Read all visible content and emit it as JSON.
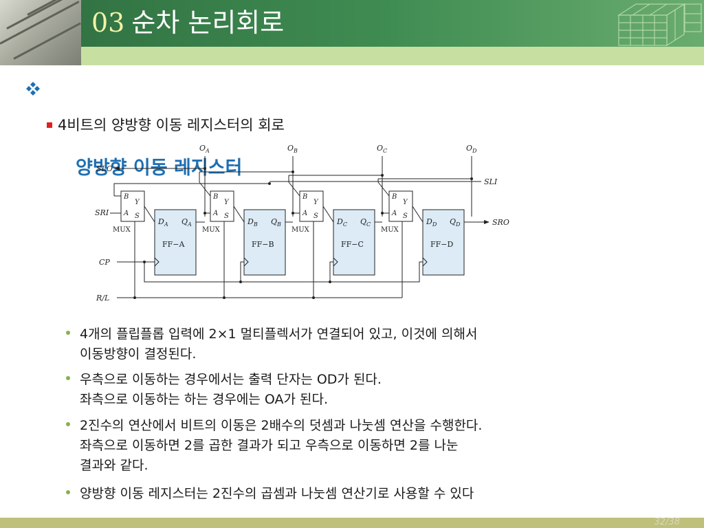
{
  "header": {
    "number": "03",
    "title": "순차 논리회로"
  },
  "section": {
    "title": "양방향 이동 레지스터"
  },
  "subsection": {
    "title": "4비트의 양방향 이동 레지스터의 회로"
  },
  "circuit": {
    "outputs": [
      "O",
      "O",
      "O",
      "O"
    ],
    "output_subs": [
      "A",
      "B",
      "C",
      "D"
    ],
    "left_signals": [
      "SLO",
      "SRI",
      "CP",
      "R/L"
    ],
    "right_signals": [
      "SLI",
      "SRO"
    ],
    "mux_label": "MUX",
    "mux_pins": [
      "B",
      "Y",
      "A",
      "S"
    ],
    "flipflops": [
      {
        "label": "FF−A",
        "d": "D",
        "q": "Q",
        "sub": "A"
      },
      {
        "label": "FF−B",
        "d": "D",
        "q": "Q",
        "sub": "B"
      },
      {
        "label": "FF−C",
        "d": "D",
        "q": "Q",
        "sub": "C"
      },
      {
        "label": "FF−D",
        "d": "D",
        "q": "Q",
        "sub": "D"
      }
    ]
  },
  "bullets": [
    "4개의 플립플롭 입력에 2×1 멀티플렉서가 연결되어 있고, 이것에 의해서\n이동방향이 결정된다.",
    "우측으로 이동하는 경우에서는 출력 단자는 OD가 된다.\n좌측으로 이동하는 하는 경우에는 OA가 된다.",
    "2진수의 연산에서 비트의 이동은 2배수의 덧셈과 나눗셈 연산을 수행한다.\n좌측으로 이동하면 2를 곱한 결과가 되고 우측으로 이동하면 2를 나눈\n결과와 같다.",
    "양방향 이동 레지스터는 2진수의 곱셈과 나눗셈 연산기로 사용할 수 있다"
  ],
  "footer": {
    "page": "32/38"
  }
}
